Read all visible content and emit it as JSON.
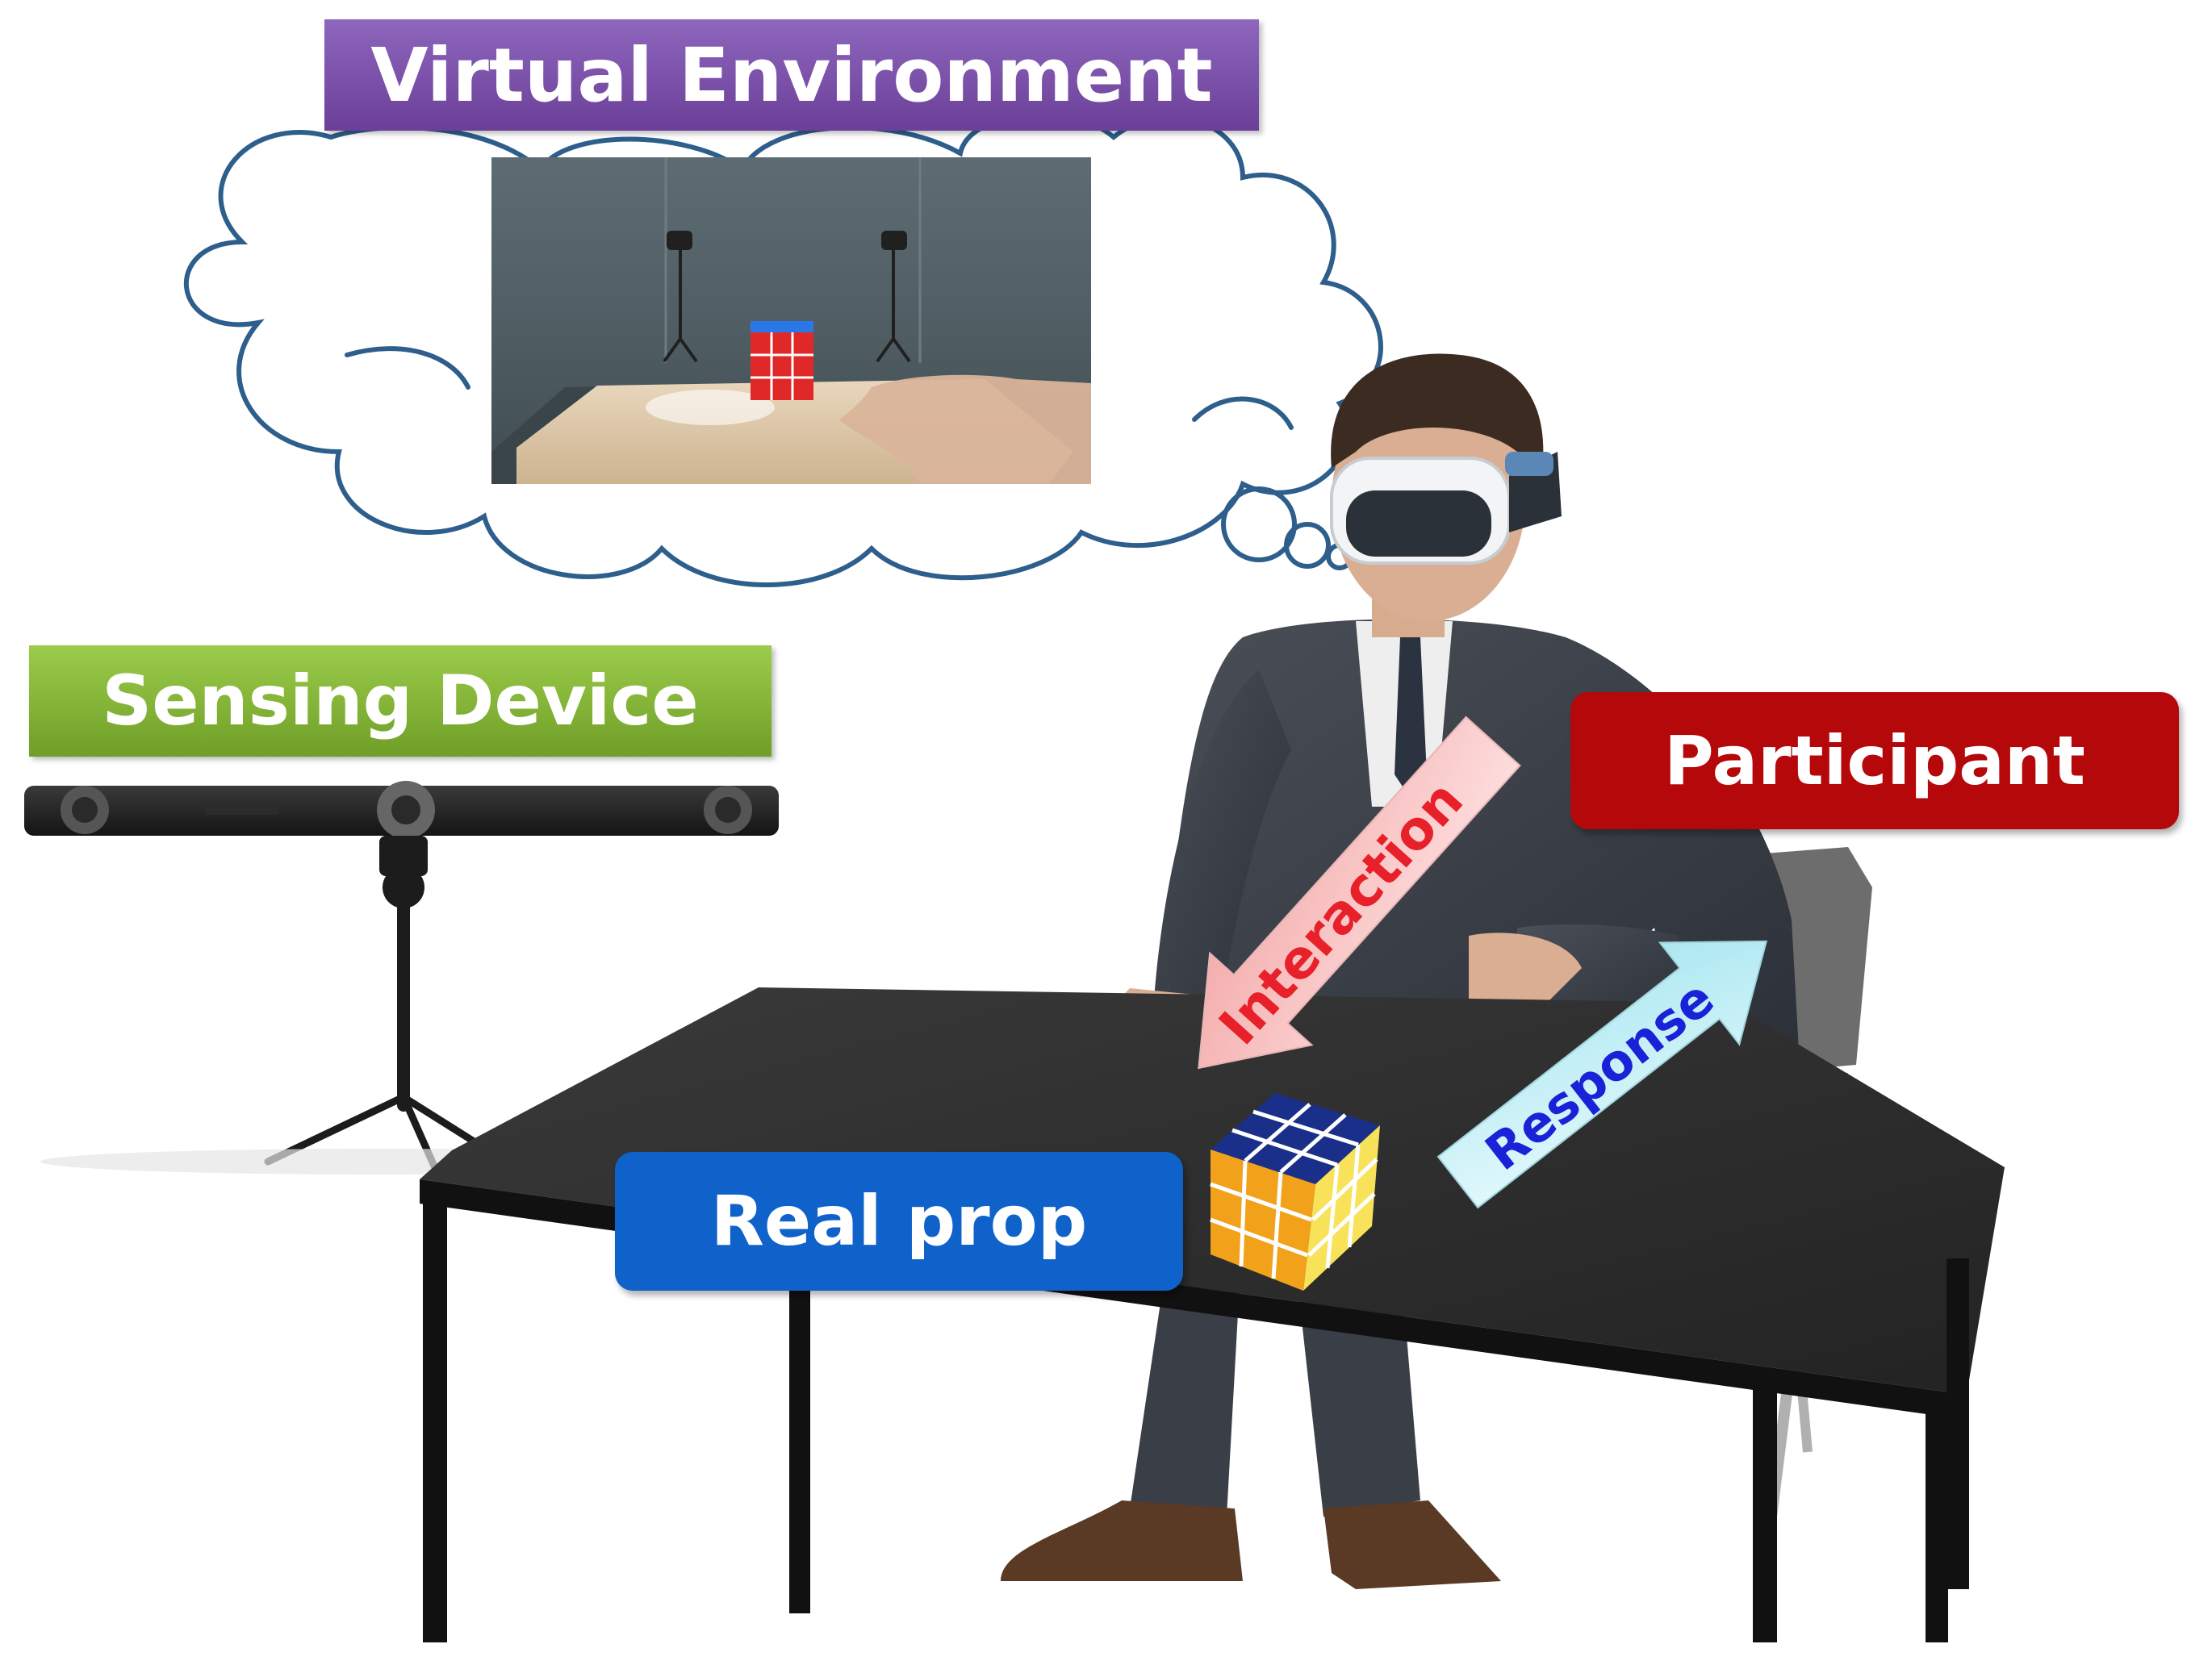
{
  "labels": {
    "virtual_environment": "Virtual Environment",
    "sensing_device": "Sensing Device",
    "participant": "Participant",
    "real_prop": "Real prop"
  },
  "arrows": {
    "interaction": "Interaction",
    "response": "Response"
  },
  "colors": {
    "virtual_environment": "#7a4fa8",
    "sensing_device": "#84b83a",
    "participant": "#b5080a",
    "real_prop": "#0f62c9",
    "interaction_text": "#e8202a",
    "response_text": "#1a22d8",
    "cloud_outline": "#2e5e8c"
  },
  "icons": [
    "thought-cloud",
    "vr-headset",
    "tracking-camera-bar",
    "tripod",
    "rubiks-cube",
    "table",
    "chair"
  ]
}
